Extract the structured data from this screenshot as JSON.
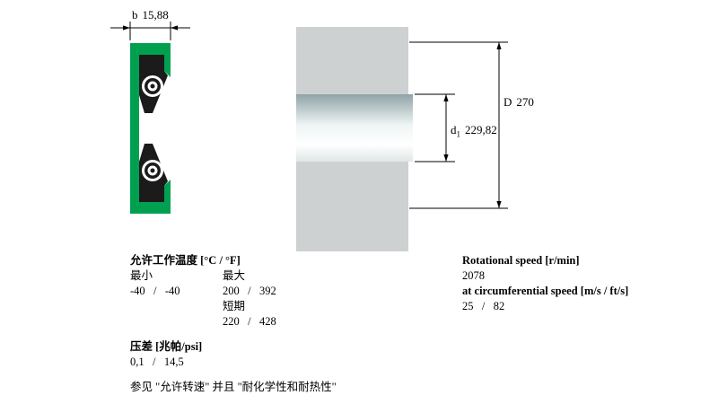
{
  "colors": {
    "seal-green": "#00a050",
    "seal-dark": "#1b1b1b",
    "housing-gray": "#cdd1d2",
    "line": "#000000",
    "text": "#000000"
  },
  "drawing": {
    "b_dim": {
      "symbol": "b",
      "value": "15,88"
    },
    "D_dim": {
      "symbol": "D",
      "value": "270"
    },
    "d1_dim": {
      "symbol": "d",
      "subscript": "1",
      "value": "229,82"
    }
  },
  "specs": {
    "temperature": {
      "title": "允许工作温度 [°C / °F]",
      "min_label": "最小",
      "max_label": "最大",
      "min_value": "-40   /   -40",
      "max_value": "200   /   392",
      "short_label": "短期",
      "short_value": "220   /   428"
    },
    "pressure": {
      "title": "压差 [兆帕/psi]",
      "value": "0,1   /   14,5"
    },
    "note": "参见 \"允许转速\" 并且 \"耐化学性和耐热性\""
  },
  "speed": {
    "rotational_title": "Rotational speed [r/min]",
    "rotational_value": "2078",
    "circumferential_title": "at circumferential speed [m/s / ft/s]",
    "circumferential_value": "25   /   82"
  }
}
